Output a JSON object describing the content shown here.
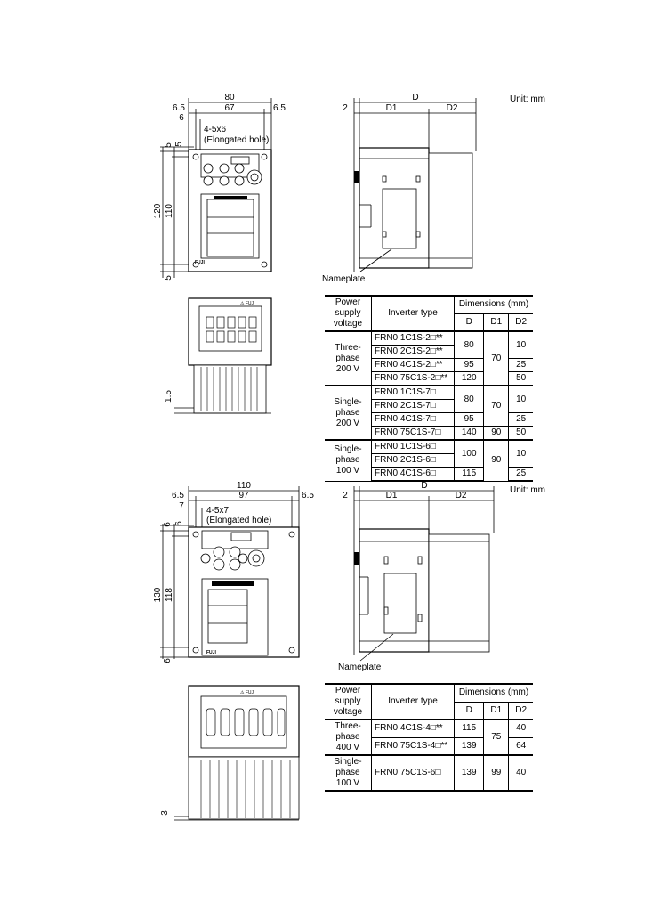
{
  "unit_label": "Unit: mm",
  "nameplate_label": "Nameplate",
  "drawing1": {
    "front_dims": {
      "total_width": "80",
      "inner_width": "67",
      "left_margin": "6.5",
      "right_margin": "6.5",
      "hole_offset": "6",
      "hole_size": "4-5x6",
      "hole_note": "(Elongated hole)",
      "top_a": "5",
      "top_b": "5",
      "total_height": "120",
      "hole_height": "110",
      "bottom": "5"
    },
    "side_dims": {
      "d": "D",
      "d1": "D1",
      "d2": "D2",
      "offset": "2"
    },
    "bottom_dim": "1.5",
    "table": {
      "h_voltage": "Power supply voltage",
      "h_type": "Inverter type",
      "h_dims": "Dimensions (mm)",
      "h_d": "D",
      "h_d1": "D1",
      "h_d2": "D2",
      "groups": [
        {
          "voltage": "Three-\nphase\n200 V",
          "types": [
            "FRN0.1C1S-2□**",
            "FRN0.2C1S-2□**",
            "FRN0.4C1S-2□**",
            "FRN0.75C1S-2□**"
          ],
          "d": [
            "80",
            "95",
            "120"
          ],
          "d1": [
            "70"
          ],
          "d2": [
            "10",
            "25",
            "50"
          ]
        },
        {
          "voltage": "Single-\nphase\n200 V",
          "types": [
            "FRN0.1C1S-7□",
            "FRN0.2C1S-7□",
            "FRN0.4C1S-7□",
            "FRN0.75C1S-7□"
          ],
          "d": [
            "80",
            "95",
            "140"
          ],
          "d1": [
            "70",
            "90"
          ],
          "d2": [
            "10",
            "25",
            "50"
          ]
        },
        {
          "voltage": "Single-\nphase\n100 V",
          "types": [
            "FRN0.1C1S-6□",
            "FRN0.2C1S-6□",
            "FRN0.4C1S-6□"
          ],
          "d": [
            "100",
            "115"
          ],
          "d1": [
            "90"
          ],
          "d2": [
            "10",
            "25"
          ]
        }
      ]
    }
  },
  "drawing2": {
    "front_dims": {
      "total_width": "110",
      "inner_width": "97",
      "left_margin": "6.5",
      "right_margin": "6.5",
      "hole_offset": "7",
      "hole_size": "4-5x7",
      "hole_note": "(Elongated hole)",
      "top_a": "6",
      "top_b": "6",
      "total_height": "130",
      "hole_height": "118",
      "bottom": "6"
    },
    "side_dims": {
      "d": "D",
      "d1": "D1",
      "d2": "D2",
      "offset": "2"
    },
    "bottom_dim": "3",
    "table": {
      "h_voltage": "Power supply voltage",
      "h_type": "Inverter type",
      "h_dims": "Dimensions (mm)",
      "h_d": "D",
      "h_d1": "D1",
      "h_d2": "D2",
      "groups": [
        {
          "voltage": "Three-\nphase\n400 V",
          "types": [
            "FRN0.4C1S-4□**",
            "FRN0.75C1S-4□**"
          ],
          "d": [
            "115",
            "139"
          ],
          "d1": [
            "75"
          ],
          "d2": [
            "40",
            "64"
          ]
        },
        {
          "voltage": "Single-\nphase\n100 V",
          "types": [
            "FRN0.75C1S-6□"
          ],
          "d": [
            "139"
          ],
          "d1": [
            "99"
          ],
          "d2": [
            "40"
          ]
        }
      ]
    }
  },
  "device": {
    "brand": "FUJI",
    "label_warn": "⚠ FUJI"
  }
}
